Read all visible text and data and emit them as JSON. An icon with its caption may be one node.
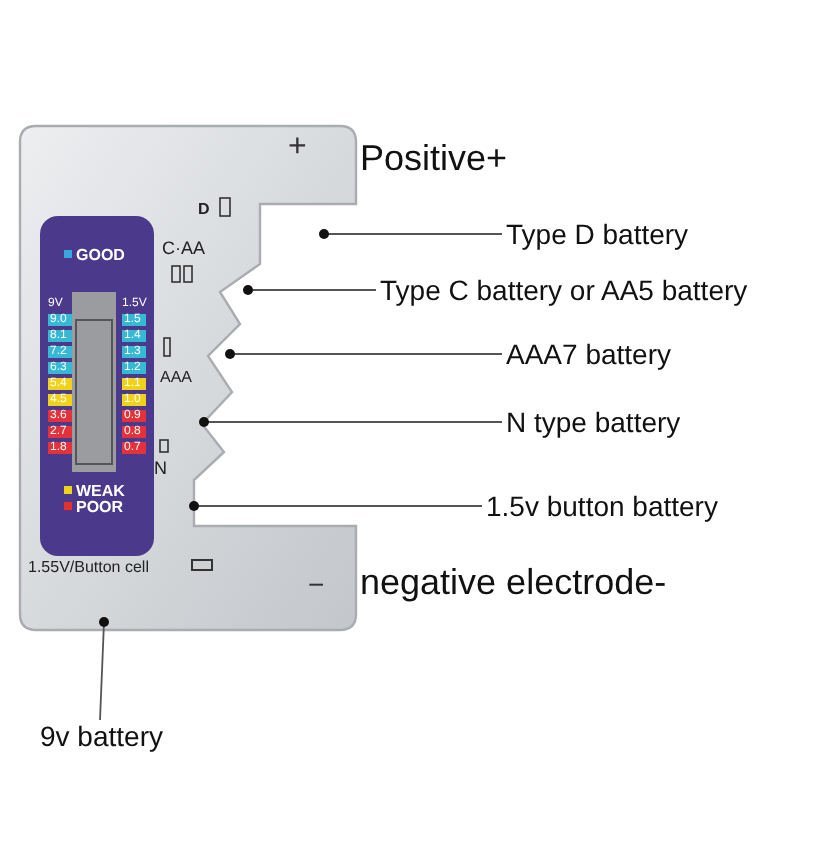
{
  "diagram": {
    "nodes": [
      {
        "text": [
          "Type D battery"
        ]
      },
      {
        "text": [
          "Type C battery or AA5 battery"
        ]
      },
      {
        "text": [
          "AAA7 battery"
        ]
      },
      {
        "text": [
          "N type battery"
        ]
      },
      {
        "text": [
          "1.5v button battery"
        ]
      },
      {
        "text": [
          "9v battery"
        ]
      }
    ],
    "edges": [
      {
        "from": 0,
        "to": null,
        "arrow": "other"
      },
      {
        "from": 1,
        "to": null,
        "arrow": "other"
      },
      {
        "from": 2,
        "to": null,
        "arrow": "other"
      },
      {
        "from": 3,
        "to": null,
        "arrow": "other"
      },
      {
        "from": 4,
        "to": null,
        "arrow": "other"
      },
      {
        "from": 5,
        "to": null,
        "arrow": "other"
      }
    ],
    "labels": [
      "Positive+",
      "+",
      "D",
      "GOOD",
      "C·AA",
      "9V",
      "1.5V",
      "9.0",
      "1.5",
      "8.1",
      "1.4",
      "7.2",
      "1.3",
      "6.3",
      "1.2",
      "5.4",
      "1.1",
      "4.5",
      "1.0",
      "3.6",
      "0.9",
      "2.7",
      "0.8",
      "1.8",
      "0.7",
      "AAA",
      "N",
      "WEAK",
      "POOR",
      "1.55V/Button cell",
      "−",
      "negative electrode-"
    ]
  }
}
